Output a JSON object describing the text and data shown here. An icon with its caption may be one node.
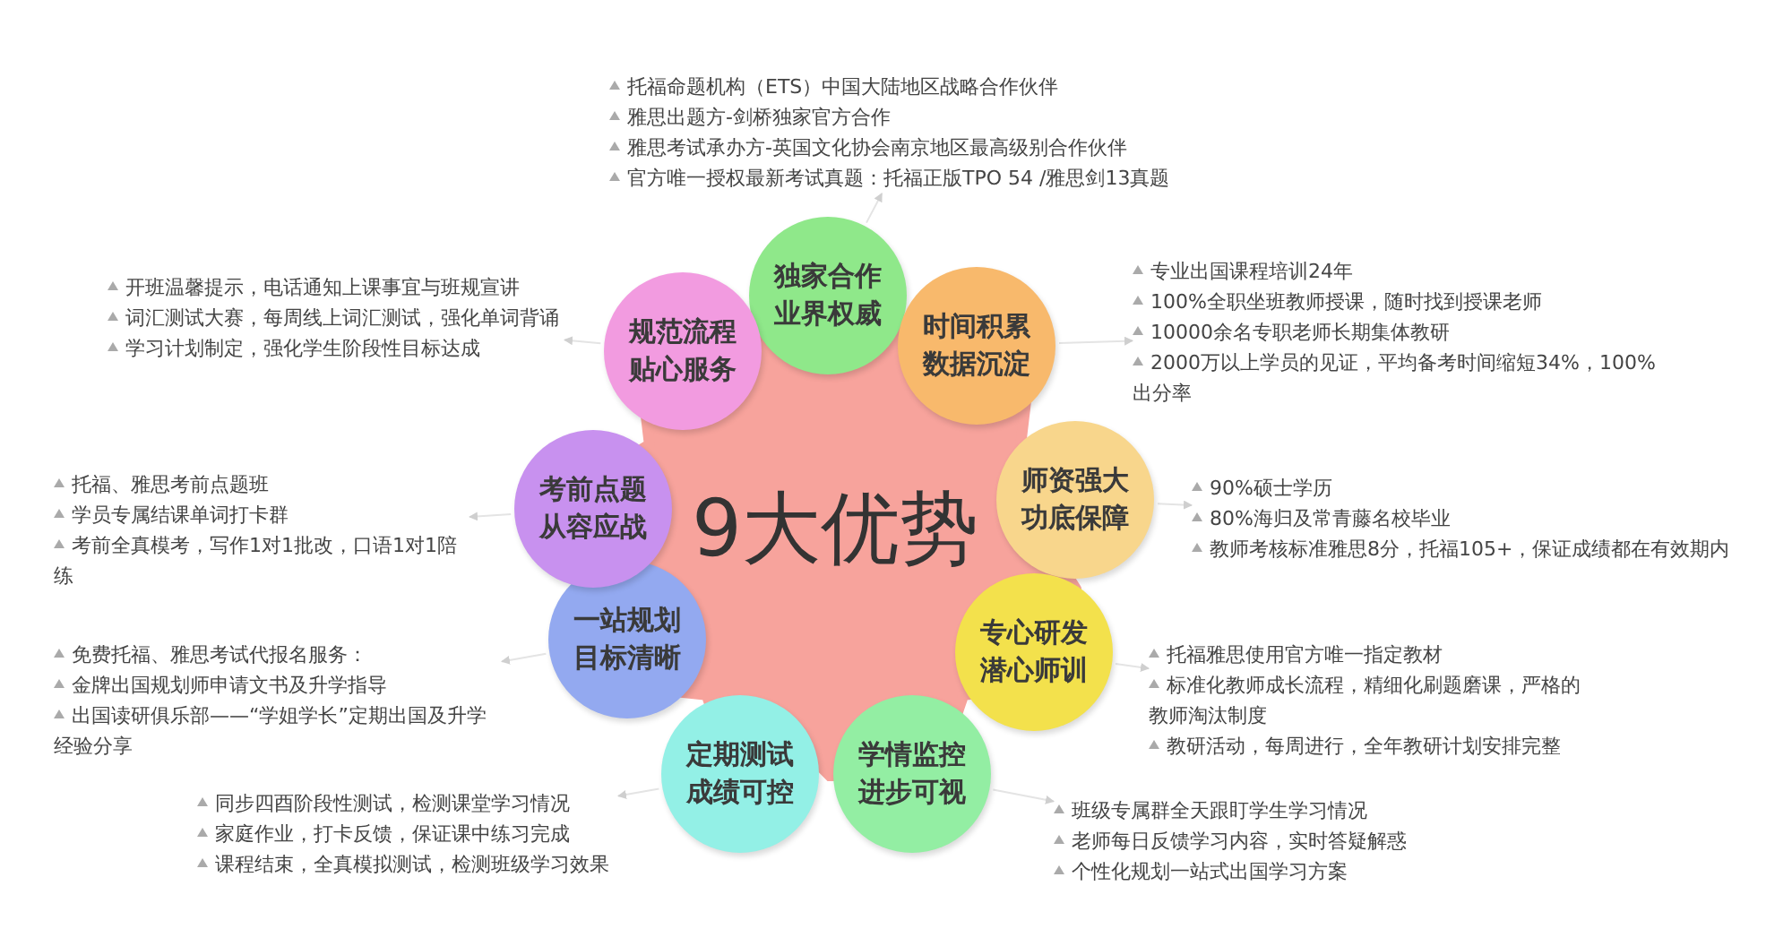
{
  "diagram": {
    "nodes": [
      {
        "text": [
          "9大优势"
        ]
      },
      {
        "text": [
          "独家合作业界权威"
        ]
      },
      {
        "text": [
          "时间积累数据沉淀"
        ]
      },
      {
        "text": [
          "师资强大功底保障"
        ]
      },
      {
        "text": [
          "专心研发潜心师训"
        ]
      },
      {
        "text": [
          "学情监控进步可视"
        ]
      },
      {
        "text": [
          "定期测试成绩可控"
        ]
      },
      {
        "text": [
          "一站规划目标清晰"
        ]
      },
      {
        "text": [
          "考前点题从容应战"
        ]
      },
      {
        "text": [
          "规范流程贴心服务"
        ]
      },
      {
        "text": [
          "托福命题机构（ETS）中国大陆地区战略合作伙伴",
          "雅思出题方-剑桥独家官方合作",
          "雅思考试承办方-英国文化协会南京地区最高级别合作伙伴",
          "官方唯一授权最新考试真题：托福正版TPO 54 /雅思剑13真题"
        ]
      },
      {
        "text": [
          "专业出国课程培训24年",
          "100%全职坐班教师授课，随时找到授课老师",
          "10000余名专职老师长期集体教研",
          "2000万以上学员的见证，平均备考时间缩短34%，100%出分率"
        ]
      },
      {
        "text": [
          "90%硕士学历",
          "80%海归及常青藤名校毕业",
          "教师考核标准雅思8分，托福105+，保证成绩都在有效期内"
        ]
      },
      {
        "text": [
          "托福雅思使用官方唯一指定教材",
          "标准化教师成长流程，精细化刷题磨课，严格的教师淘汰制度",
          "教研活动，每周进行，全年教研计划安排完整"
        ]
      },
      {
        "text": [
          "班级专属群全天跟盯学生学习情况",
          "老师每日反馈学习内容，实时答疑解惑",
          "个性化规划一站式出国学习方案"
        ]
      },
      {
        "text": [
          "同步四酉阶段性测试，检测课堂学习情况",
          "家庭作业，打卡反馈，保证课中练习完成",
          "课程结束，全真模拟测试，检测班级学习效果"
        ]
      },
      {
        "text": [
          "免费托福、雅思考试代报名服务：",
          "金牌出国规划师申请文书及升学指导",
          "出国读研俱乐部——“学姐学长”定期出国及升学经验分享"
        ]
      },
      {
        "text": [
          "托福、雅思考前点题班",
          "学员专属结课单词打卡群",
          "考前全真模考，写作1对1批改，口语1对1陪练"
        ]
      },
      {
        "text": [
          "开班温馨提示，电话通知上课事宜与班规宣讲",
          "词汇测试大赛，每周线上词汇测试，强化单词背诵",
          "学习计划制定，强化学生阶段性目标达成"
        ]
      }
    ],
    "edges": [
      {
        "from": 1,
        "to": 10,
        "arrow": "to"
      },
      {
        "from": 2,
        "to": 11,
        "arrow": "to"
      },
      {
        "from": 3,
        "to": 12,
        "arrow": "to"
      },
      {
        "from": 4,
        "to": 13,
        "arrow": "to"
      },
      {
        "from": 5,
        "to": 14,
        "arrow": "to"
      },
      {
        "from": 6,
        "to": 15,
        "arrow": "to"
      },
      {
        "from": 7,
        "to": 16,
        "arrow": "to"
      },
      {
        "from": 8,
        "to": 17,
        "arrow": "to"
      },
      {
        "from": 9,
        "to": 18,
        "arrow": "to"
      }
    ]
  }
}
